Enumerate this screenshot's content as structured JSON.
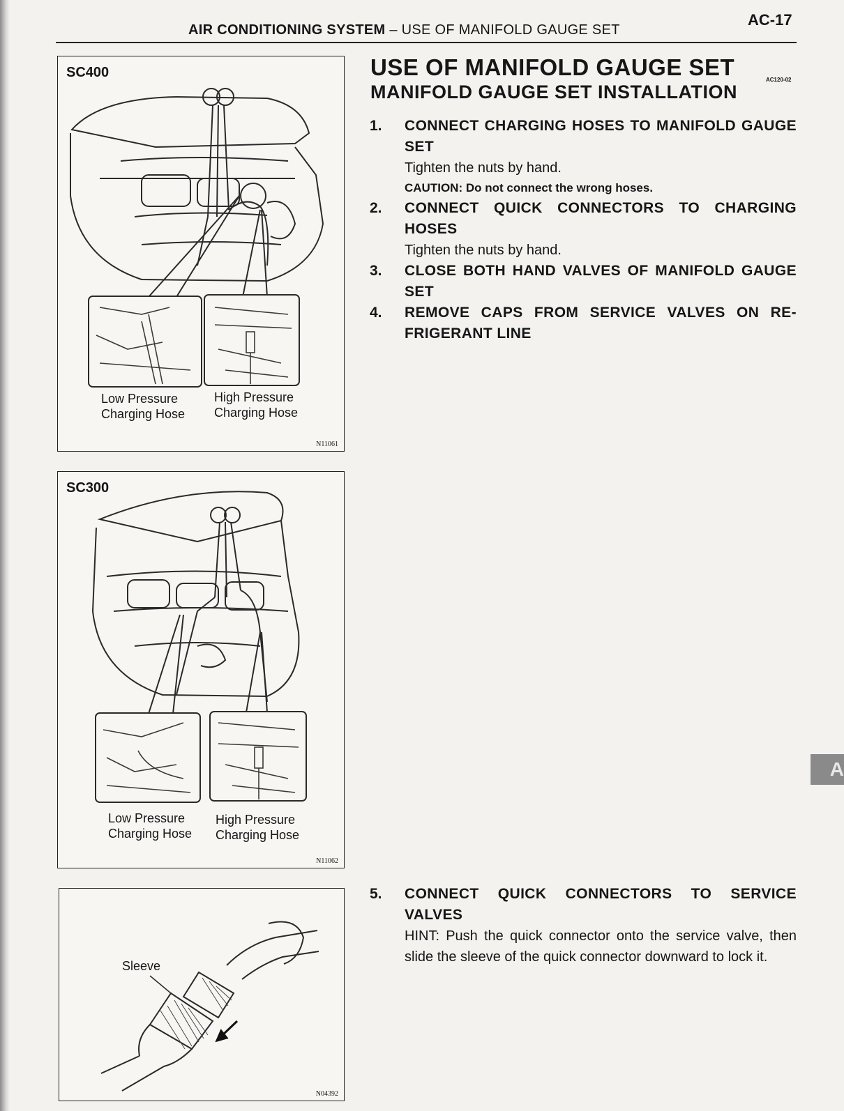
{
  "header": {
    "section": "AIR CONDITIONING SYSTEM",
    "dash": "–",
    "topic": "USE OF MANIFOLD GAUGE SET",
    "page_number": "AC-17"
  },
  "figures": {
    "sc400": {
      "model": "SC400",
      "label_low": "Low Pressure Charging Hose",
      "label_high": "High Pressure Charging Hose",
      "code": "N11061"
    },
    "sc300": {
      "model": "SC300",
      "label_low": "Low Pressure Charging Hose",
      "label_high": "High Pressure Charging Hose",
      "code": "N11062"
    },
    "sleeve": {
      "label": "Sleeve",
      "code": "N04392"
    }
  },
  "content": {
    "title": "USE OF MANIFOLD GAUGE SET",
    "subtitle": "MANIFOLD GAUGE SET INSTALLATION",
    "section_code": "AC120-02",
    "steps": [
      {
        "num": "1.",
        "title": "CONNECT CHARGING HOSES TO MANIFOLD GAUGE SET",
        "text": "Tighten the nuts by hand.",
        "caution": "CAUTION: Do not connect the wrong hoses."
      },
      {
        "num": "2.",
        "title": "CONNECT QUICK CONNECTORS TO CHARGING HOSES",
        "text": "Tighten the nuts by hand."
      },
      {
        "num": "3.",
        "title": "CLOSE BOTH HAND VALVES OF MANIFOLD GAUGE SET"
      },
      {
        "num": "4.",
        "title": "REMOVE CAPS FROM SERVICE VALVES ON RE-FRIGERANT LINE"
      },
      {
        "num": "5.",
        "title": "CONNECT QUICK CONNECTORS TO SERVICE VALVES",
        "text": "HINT: Push the quick connector onto the service valve, then slide the sleeve of the quick connector downward to lock it."
      }
    ]
  },
  "side_tab": {
    "letter": "A"
  }
}
